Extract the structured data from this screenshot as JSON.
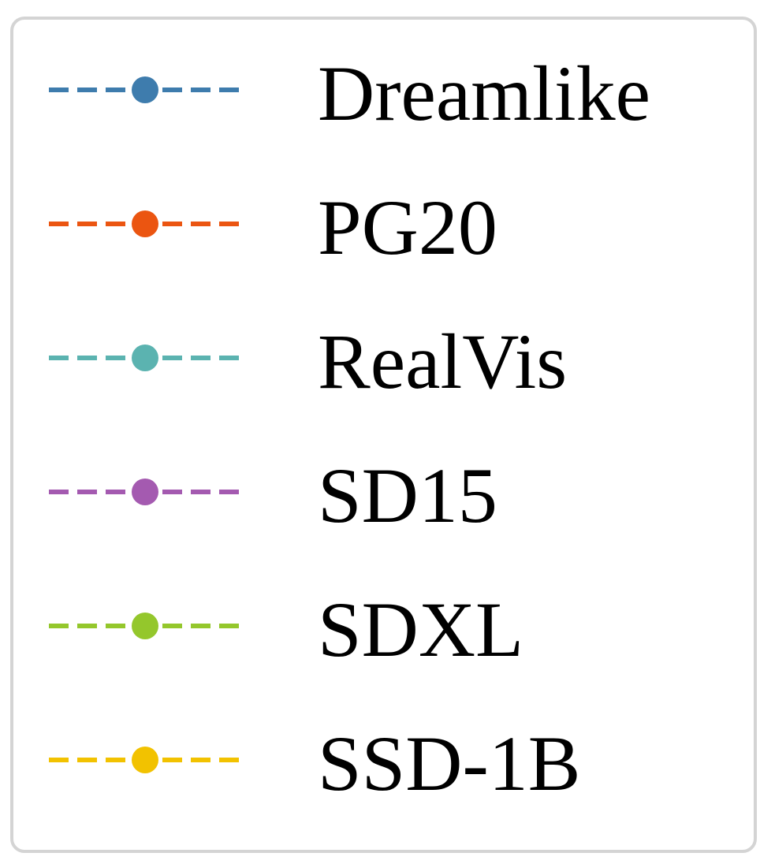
{
  "chart_data": {
    "type": "line",
    "legend_placement": "standalone",
    "line_style": "dashed",
    "marker": "circle",
    "series": [
      {
        "name": "Dreamlike",
        "color": "#3e7cad"
      },
      {
        "name": "PG20",
        "color": "#eb5511"
      },
      {
        "name": "RealVis",
        "color": "#5bb3b0"
      },
      {
        "name": "SD15",
        "color": "#a45ab0"
      },
      {
        "name": "SDXL",
        "color": "#94c72c"
      },
      {
        "name": "SSD-1B",
        "color": "#f2c200"
      }
    ]
  }
}
